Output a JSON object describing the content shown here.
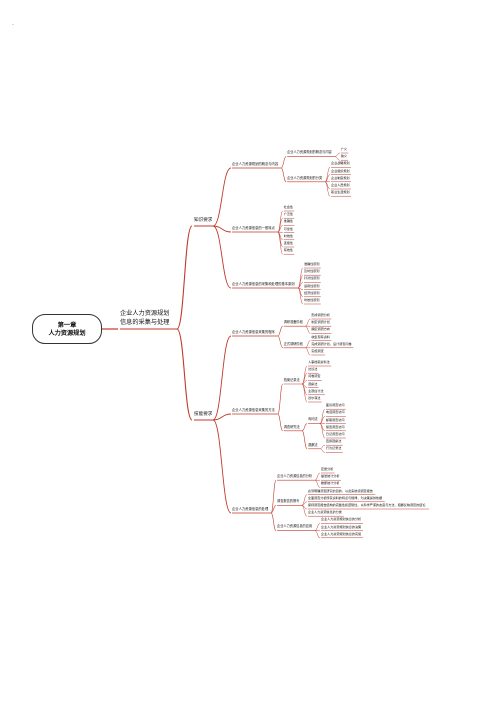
{
  "top_mark": "-",
  "central": {
    "line1": "第一章",
    "line2": "人力资源规划"
  },
  "main": {
    "line1": "企业人力资源规划",
    "line2": "信息的采集与处理"
  },
  "branches": [
    {
      "label": "知识要求",
      "groups": [
        {
          "label": "企业人力资源规划的概念与内容",
          "subs": [
            {
              "label": "企业人力资源规划的概念与内容",
              "items": [
                "广义",
                "狭义"
              ]
            },
            {
              "label": "企业人力资源规划的分类",
              "items": [
                "企业战略规划",
                "企业组织规划",
                "企业制度规划",
                "企业人员规划",
                "职业生涯规划"
              ]
            }
          ]
        },
        {
          "label": "企业人力资源信息的一般特点",
          "items": [
            "社会性",
            "广泛性",
            "准确性",
            "可靠性",
            "时效性",
            "连续性",
            "有效性"
          ]
        },
        {
          "label": "企业人力资源信息的采集和处理的基本原则",
          "items": [
            "准确性原则",
            "及时性原则",
            "针对性原则",
            "适用性原则",
            "经济性原则",
            "时效性原则"
          ]
        }
      ]
    },
    {
      "label": "技能要求",
      "groups": [
        {
          "label": "企业人力资源信息采集的程序",
          "subs": [
            {
              "label": "调研准备阶段",
              "items": [
                "形成调研分析",
                "制定调研计划",
                "确定调研方向"
              ]
            },
            {
              "label": "正式调研阶段",
              "items": [
                "收集现有资料",
                "完成调研计划，设计调查问卷",
                "实施调查"
              ]
            }
          ]
        },
        {
          "label": "企业人力资源信息采集的方法",
          "subs": [
            {
              "label": "档案记录法",
              "items": [
                "人事档案资料法",
                "访谈法",
                "问卷调查",
                "观察法",
                "主观估计法",
                "德尔菲法"
              ]
            },
            {
              "label": "调查研究法",
              "subsubs": [
                {
                  "label": "询问法",
                  "items": [
                    "面谈调查访问",
                    "电话调查访问",
                    "邮寄调查访问",
                    "留置调查访问",
                    "日记调查访问"
                  ]
                },
                {
                  "label": "观察法",
                  "items": [
                    "直接观察法",
                    "行为记录法"
                  ]
                }
              ]
            }
          ]
        },
        {
          "label": "企业人力资源信息的处理",
          "subs": [
            {
              "label": "企业人力资源信息的分析",
              "items": [
                "定量分析",
                "描述统计分析",
                "推断统计分析"
              ]
            },
            {
              "label": "调查报告的撰写",
              "items": [
                "必须明确调查研究的目的，以此来统领调查报告",
                "全面调查分析所获资料的特点与规律，为决策提供依据",
                "保持调查报告结构的完整性和逻辑性，以科学严谨的态度与方法，把握反映调查的结论",
                "企业人力资源信息的分类"
              ]
            },
            {
              "label": "企业人力资源信息的应用",
              "items": [
                "企业人力资源规划信息的分析",
                "企业人力资源规划信息的决策",
                "企业人力资源规划信息的实施"
              ]
            }
          ]
        }
      ]
    }
  ],
  "colors": {
    "line": "#c0392b",
    "text": "#111111",
    "border": "#333333"
  }
}
